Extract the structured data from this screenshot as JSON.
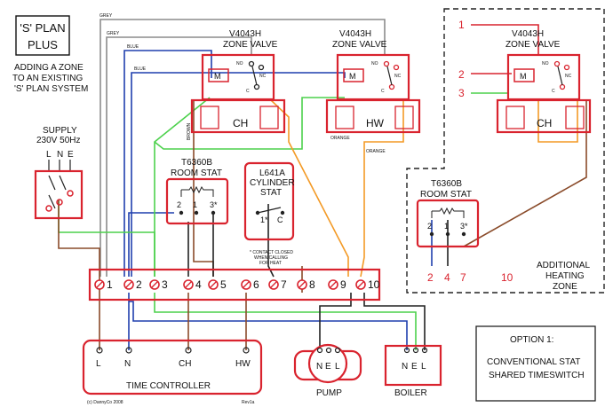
{
  "title": {
    "line1": "'S' PLAN",
    "line2": "PLUS"
  },
  "subtitle": {
    "line1": "ADDING A ZONE",
    "line2": "TO AN EXISTING",
    "line3": "'S' PLAN SYSTEM"
  },
  "supply": {
    "line1": "SUPPLY",
    "line2": "230V 50Hz",
    "terminals": [
      "L",
      "N",
      "E"
    ]
  },
  "valve_ch": {
    "line1": "V4043H",
    "line2": "ZONE VALVE",
    "zone": "CH",
    "motor": "M",
    "no": "NO",
    "nc": "NC",
    "c": "C"
  },
  "valve_hw": {
    "line1": "V4043H",
    "line2": "ZONE VALVE",
    "zone": "HW",
    "motor": "M",
    "no": "NO",
    "nc": "NC",
    "c": "C"
  },
  "valve_add": {
    "line1": "V4043H",
    "line2": "ZONE VALVE",
    "zone": "CH",
    "motor": "M",
    "no": "NO",
    "nc": "NC",
    "c": "C",
    "wire_numbers": [
      "1",
      "2",
      "3"
    ]
  },
  "room_stat": {
    "line1": "T6360B",
    "line2": "ROOM STAT",
    "terminals": [
      "2",
      "1",
      "3*"
    ]
  },
  "room_stat_add": {
    "line1": "T6360B",
    "line2": "ROOM STAT",
    "terminals": [
      "2",
      "1",
      "3*"
    ],
    "wire_numbers": [
      "2",
      "4",
      "7",
      "10"
    ]
  },
  "cyl_stat": {
    "line1": "L641A",
    "line2": "CYLINDER",
    "line3": "STAT",
    "terminals": [
      "1*",
      "C"
    ],
    "note1": "* CONTACT CLOSED",
    "note2": "WHEN CALLING",
    "note3": "FOR HEAT"
  },
  "terminal_strip": {
    "labels": [
      "1",
      "2",
      "3",
      "4",
      "5",
      "6",
      "7",
      "8",
      "9",
      "10"
    ]
  },
  "wire_labels": {
    "grey1": "GREY",
    "grey2": "GREY",
    "blue1": "BLUE",
    "blue2": "BLUE",
    "brown": "BROWN",
    "orange1": "ORANGE",
    "orange2": "ORANGE"
  },
  "time_controller": {
    "label": "TIME CONTROLLER",
    "terminals": [
      "L",
      "N",
      "CH",
      "HW"
    ],
    "copyright": "(c) DannyCo 2008",
    "rev": "Rev1a"
  },
  "pump": {
    "label": "PUMP",
    "terminals": [
      "N",
      "E",
      "L"
    ]
  },
  "boiler": {
    "label": "BOILER",
    "terminals": [
      "N",
      "E",
      "L"
    ]
  },
  "additional": {
    "line1": "ADDITIONAL",
    "line2": "HEATING",
    "line3": "ZONE"
  },
  "option": {
    "line1": "OPTION 1:",
    "line2": "CONVENTIONAL STAT",
    "line3": "SHARED TIMESWITCH"
  },
  "colors": {
    "red": "#d9232e",
    "blue": "#1f3fae",
    "green": "#4cd14c",
    "orange": "#f39a26",
    "brown": "#8a4b2a",
    "grey": "#8c8c8c"
  }
}
